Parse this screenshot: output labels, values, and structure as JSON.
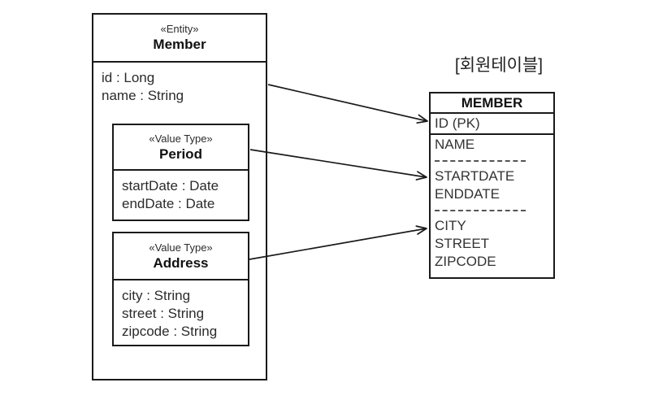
{
  "entity": {
    "stereotype": "«Entity»",
    "name": "Member",
    "attributes": [
      "id : Long",
      "name : String"
    ]
  },
  "value_types": [
    {
      "stereotype": "«Value Type»",
      "name": "Period",
      "attributes": [
        "startDate : Date",
        "endDate : Date"
      ]
    },
    {
      "stereotype": "«Value Type»",
      "name": "Address",
      "attributes": [
        "city : String",
        "street : String",
        "zipcode : String"
      ]
    }
  ],
  "table": {
    "title": "[회원테이블]",
    "header": "MEMBER",
    "primary_key": "ID (PK)",
    "groups": [
      {
        "columns": [
          "NAME"
        ]
      },
      {
        "columns": [
          "STARTDATE",
          "ENDDATE"
        ]
      },
      {
        "columns": [
          "CITY",
          "STREET",
          "ZIPCODE"
        ]
      }
    ]
  },
  "colors": {
    "line": "#1a1a1a",
    "text": "#2b2b2b",
    "dash": "#555555",
    "background": "#ffffff"
  }
}
